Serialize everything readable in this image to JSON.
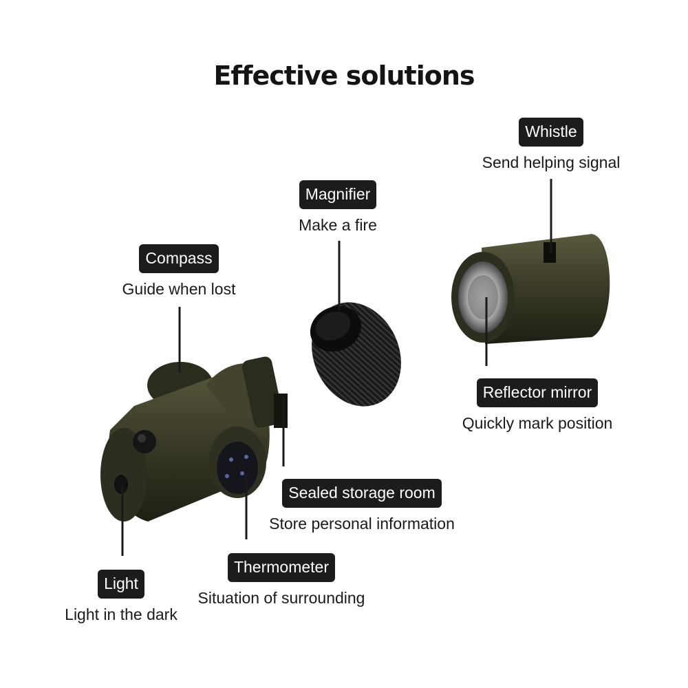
{
  "title": "Effective solutions",
  "features": {
    "whistle": {
      "label": "Whistle",
      "desc": "Send helping signal"
    },
    "magnifier": {
      "label": "Magnifier",
      "desc": "Make a fire"
    },
    "compass": {
      "label": "Compass",
      "desc": "Guide when lost"
    },
    "reflector": {
      "label": "Reflector mirror",
      "desc": "Quickly mark position"
    },
    "storage": {
      "label": "Sealed storage room",
      "desc": "Store personal information"
    },
    "thermometer": {
      "label": "Thermometer",
      "desc": "Situation of surrounding"
    },
    "light": {
      "label": "Light",
      "desc": "Light in the dark"
    }
  },
  "colors": {
    "body": "#3a3a26",
    "badge": "#1c1c1c",
    "cap": "#161616"
  }
}
